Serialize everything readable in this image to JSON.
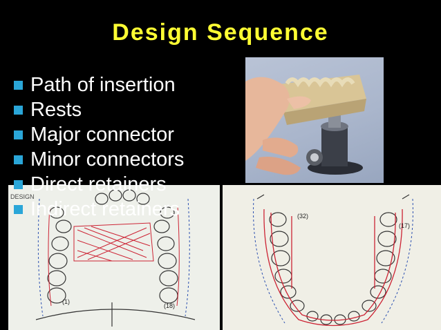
{
  "slide": {
    "title": "Design Sequence",
    "bullets": [
      "Path of insertion",
      "Rests",
      "Major connector",
      "Minor connectors",
      "Direct retainers",
      "Indirect retainers"
    ]
  },
  "figures": {
    "left_drawing_label": "DESIGN",
    "left_drawing_tooth_labels": [
      "(1)",
      "(18)"
    ],
    "right_drawing_tooth_labels": [
      "(32)",
      "(17)"
    ]
  },
  "colors": {
    "background": "#000000",
    "title": "#ffff33",
    "bullet_text": "#ffffff",
    "bullet_marker": "#2aa6d8"
  }
}
